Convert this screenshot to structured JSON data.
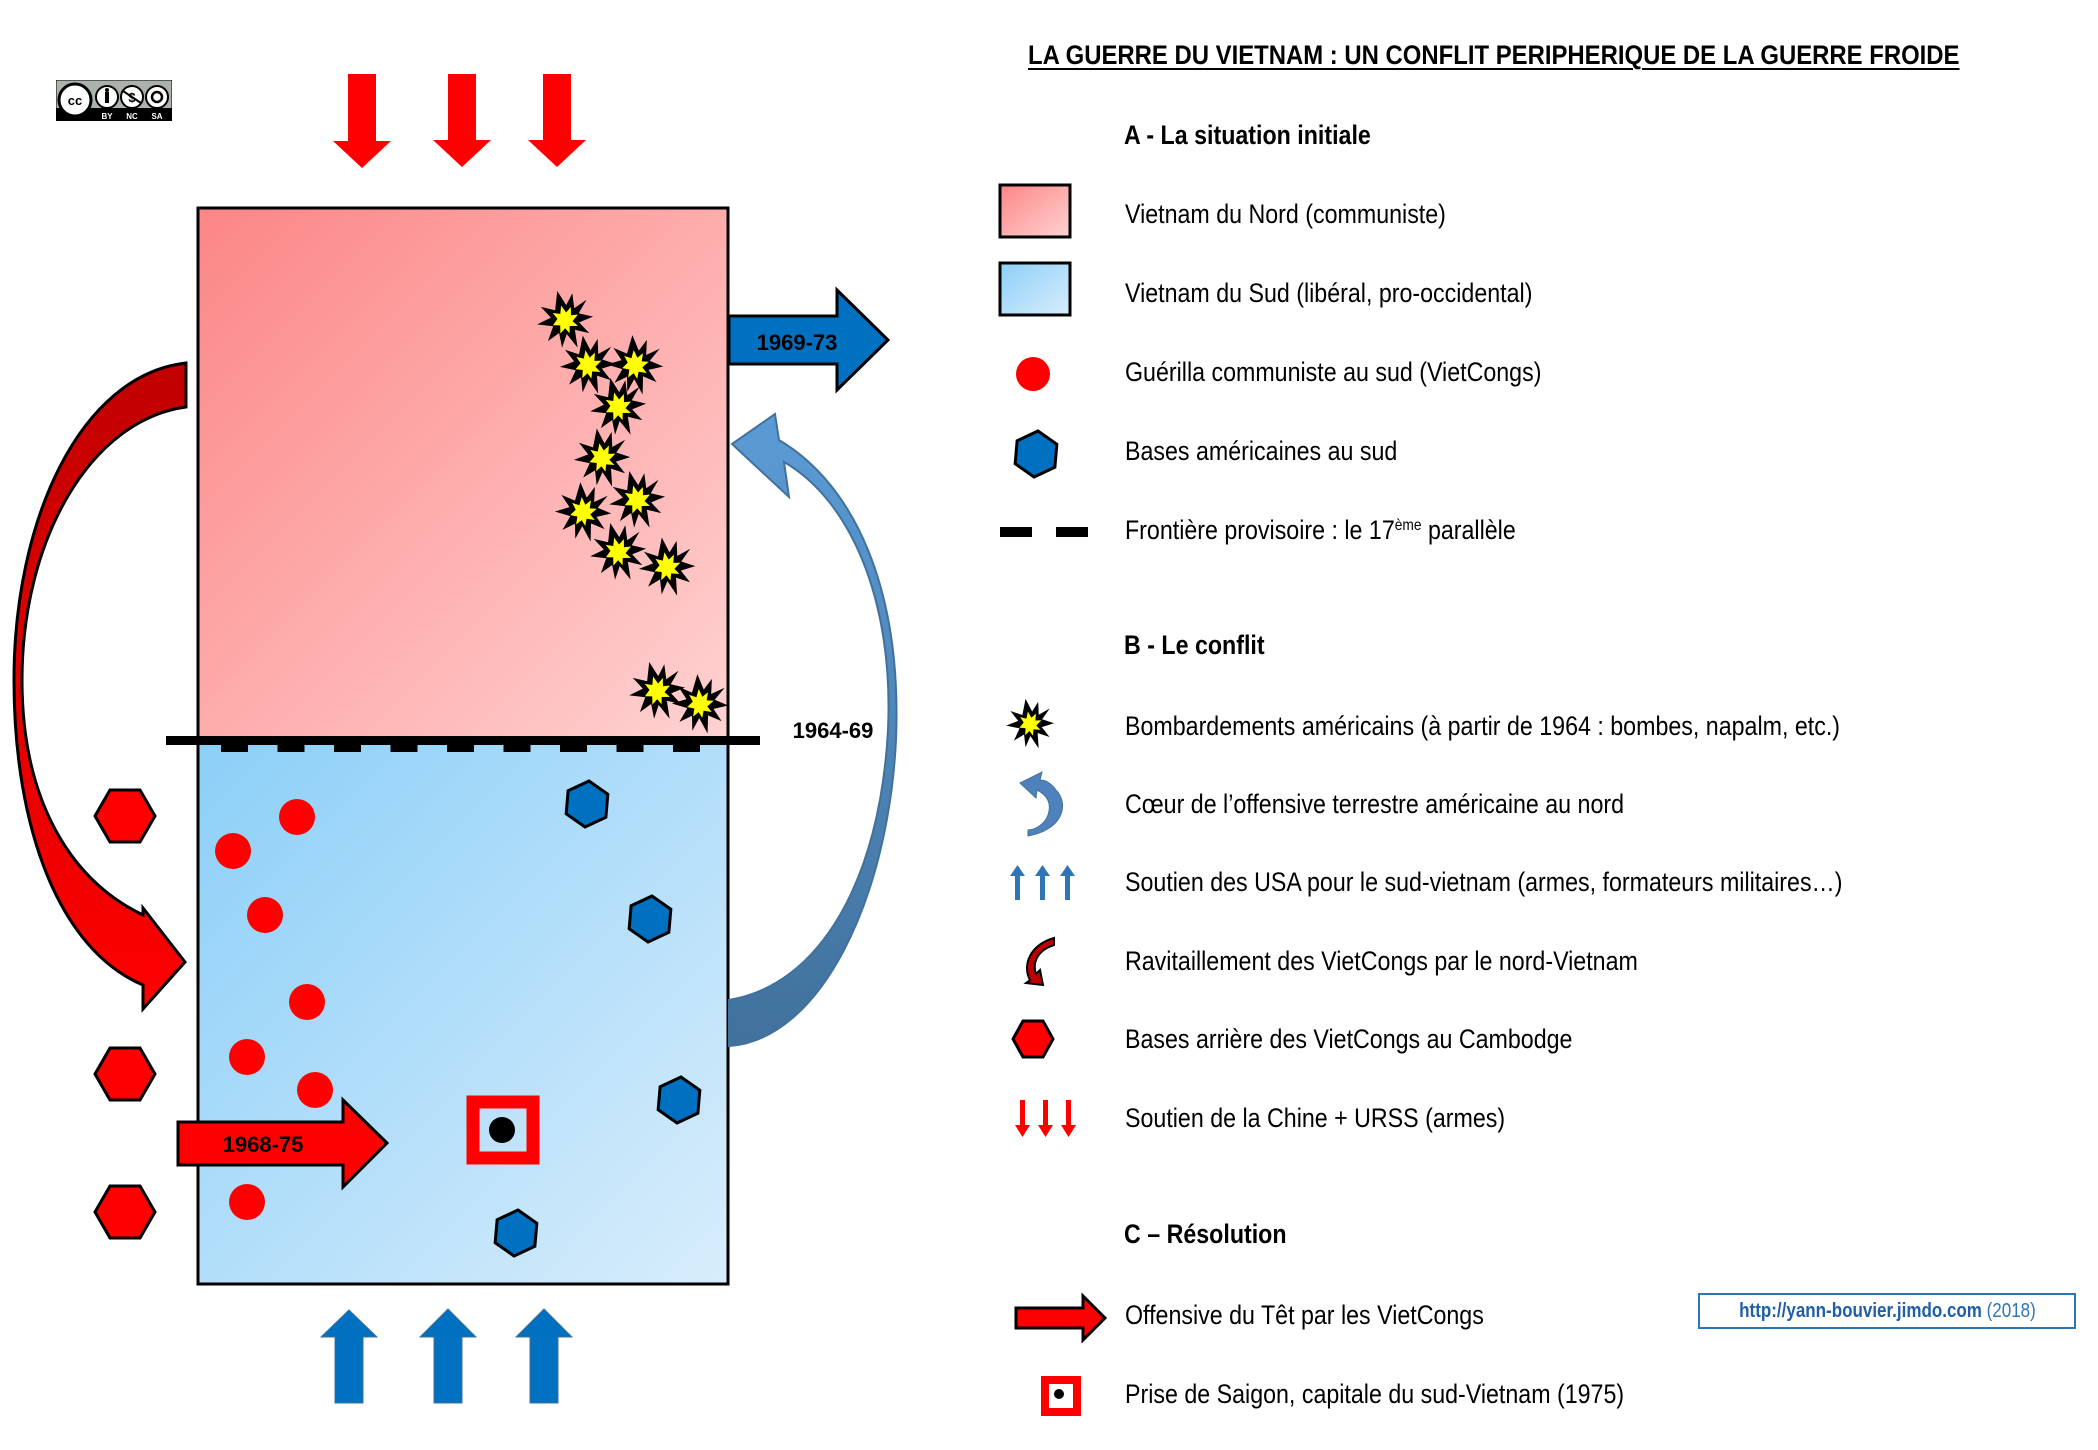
{
  "title": "LA GUERRE DU VIETNAM : UN CONFLIT PERIPHERIQUE DE LA GUERRE FROIDE",
  "license_badge": {
    "icon": "creative-commons-by-nc-sa-icon",
    "labels": [
      "BY",
      "NC",
      "SA"
    ],
    "cc_text": "cc"
  },
  "colors": {
    "north_red_dark": "#fc8a8a",
    "north_red_light": "#ffd0d0",
    "south_blue_dark": "#8ed0f8",
    "south_blue_light": "#d6ecfb",
    "red": "#ff0000",
    "dark_red": "#c00000",
    "us_blue": "#0070c0",
    "curve_blue": "#4f81bd",
    "explosion_yellow": "#ffff00",
    "url_blue": "#2e75b6"
  },
  "map": {
    "north_label_year_arrow": "1969-73",
    "blue_curve_label": "1964-69",
    "tet_arrow_label": "1968-75"
  },
  "legend": {
    "section_a": {
      "heading": "A - La situation initiale",
      "items": [
        {
          "icon": "north-vietnam-swatch-icon",
          "label": "Vietnam du Nord (communiste)"
        },
        {
          "icon": "south-vietnam-swatch-icon",
          "label": "Vietnam du Sud (libéral, pro-occidental)"
        },
        {
          "icon": "red-dot-icon",
          "label": "Guérilla communiste au sud (VietCongs)"
        },
        {
          "icon": "blue-hexagon-icon",
          "label": "Bases américaines au sud"
        },
        {
          "icon": "dashed-line-icon",
          "label_before": "Frontière provisoire : le 17",
          "label_sup": "ème",
          "label_after": " parallèle"
        }
      ]
    },
    "section_b": {
      "heading": "B - Le conflit",
      "items": [
        {
          "icon": "explosion-icon",
          "label": "Bombardements américains (à partir de 1964 : bombes, napalm, etc.)"
        },
        {
          "icon": "blue-curved-arrow-icon",
          "label": "Cœur de l’offensive terrestre américaine au nord"
        },
        {
          "icon": "three-blue-up-arrows-icon",
          "label": "Soutien des USA pour le sud-vietnam (armes, formateurs militaires…)"
        },
        {
          "icon": "red-curved-arrow-icon",
          "label": "Ravitaillement des VietCongs par le nord-Vietnam"
        },
        {
          "icon": "red-hexagon-icon",
          "label": "Bases arrière des VietCongs au Cambodge"
        },
        {
          "icon": "three-red-down-arrows-icon",
          "label": "Soutien de la Chine + URSS (armes)"
        }
      ]
    },
    "section_c": {
      "heading": "C – Résolution",
      "items": [
        {
          "icon": "red-right-arrow-icon",
          "label": "Offensive du Têt par les VietCongs"
        },
        {
          "icon": "saigon-target-icon",
          "label": "Prise de Saigon, capitale du sud-Vietnam (1975)"
        }
      ]
    }
  },
  "credit": {
    "url": "http://yann-bouvier.jimdo.com",
    "year": "(2018)"
  }
}
